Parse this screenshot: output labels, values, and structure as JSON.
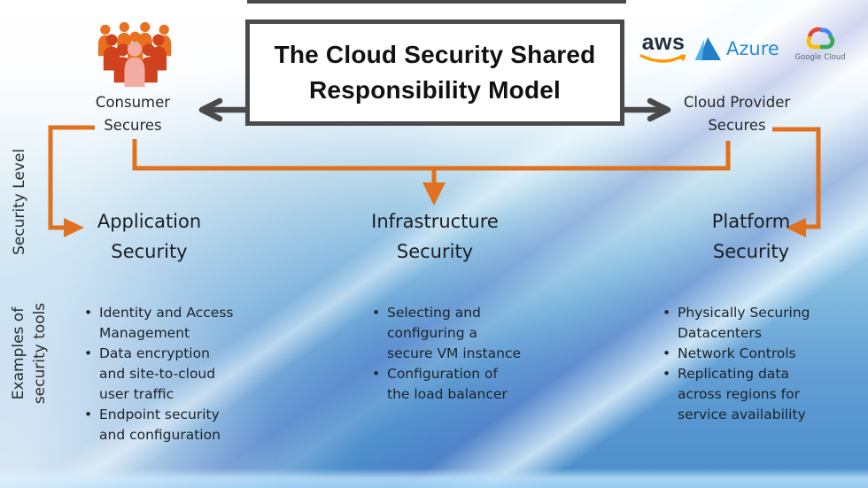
{
  "title": "The Cloud Security Shared\nResponsibility Model",
  "logos": {
    "aws": "aws",
    "azure": "Azure",
    "google_cloud": "Google Cloud"
  },
  "actors": {
    "consumer": "Consumer\nSecures",
    "provider": "Cloud Provider\nSecures"
  },
  "axis": {
    "security_level": "Security Level",
    "examples": "Examples of\nsecurity tools"
  },
  "columns": [
    {
      "title": "Application\nSecurity",
      "bullets": [
        "Identity and Access\nManagement",
        "Data encryption\nand site-to-cloud\nuser traffic",
        "Endpoint security\nand configuration"
      ]
    },
    {
      "title": "Infrastructure\nSecurity",
      "bullets": [
        "Selecting and\nconfiguring a\nsecure VM instance",
        "Configuration of\nthe load balancer"
      ]
    },
    {
      "title": "Platform\nSecurity",
      "bullets": [
        "Physically Securing\nDatacenters",
        "Network Controls",
        "Replicating data\nacross regions for\nservice availability"
      ]
    }
  ],
  "colors": {
    "accent_orange": "#E0711E",
    "arrow_gray": "#4A4A4A",
    "aws_smile_orange": "#FF9900",
    "azure_blue": "#2989D8",
    "google_red": "#EA4335",
    "google_blue": "#4285F4",
    "google_yellow": "#FBBC04",
    "google_green": "#34A853",
    "people_orange": "#E8701E",
    "people_red": "#D0411D",
    "people_pink": "#F2ACA4"
  }
}
